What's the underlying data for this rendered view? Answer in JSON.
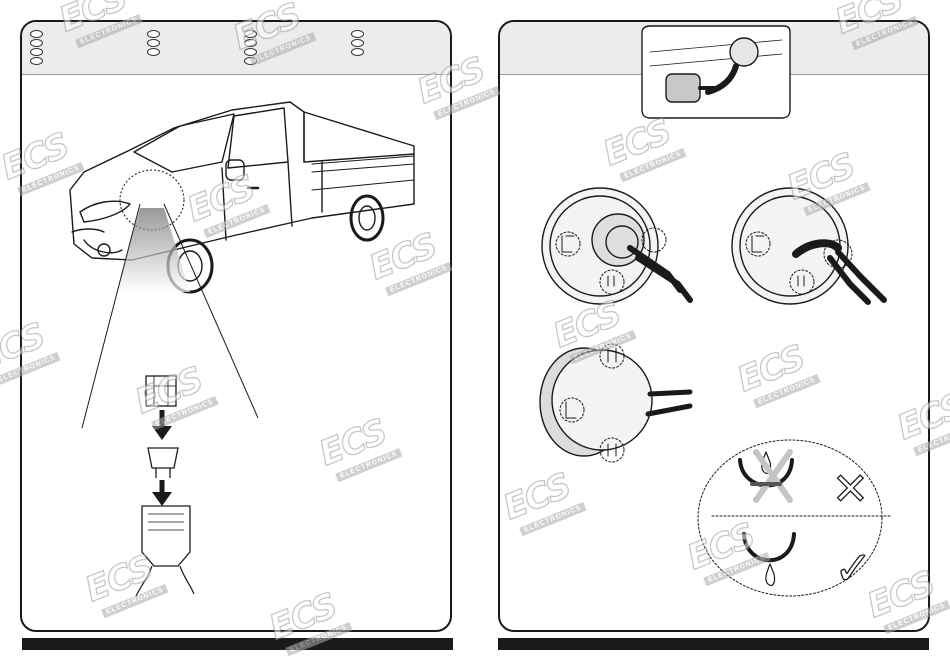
{
  "watermark": {
    "logo": "ECS",
    "subtitle": "ELECTRONICS"
  },
  "left_page": {
    "header_oval_groups": 4,
    "illustration": "pickup-truck-fuse-installation"
  },
  "right_page": {
    "illustrations": [
      "tow-bar-socket",
      "socket-cable-variant-1",
      "socket-cable-variant-2",
      "socket-rear-view",
      "sealing-wrong",
      "sealing-correct"
    ],
    "marks": {
      "wrong": "✕",
      "correct": "✓"
    }
  },
  "colors": {
    "line": "#1a1a1a",
    "band": "#ececec",
    "watermark": "#9a9a9a"
  }
}
